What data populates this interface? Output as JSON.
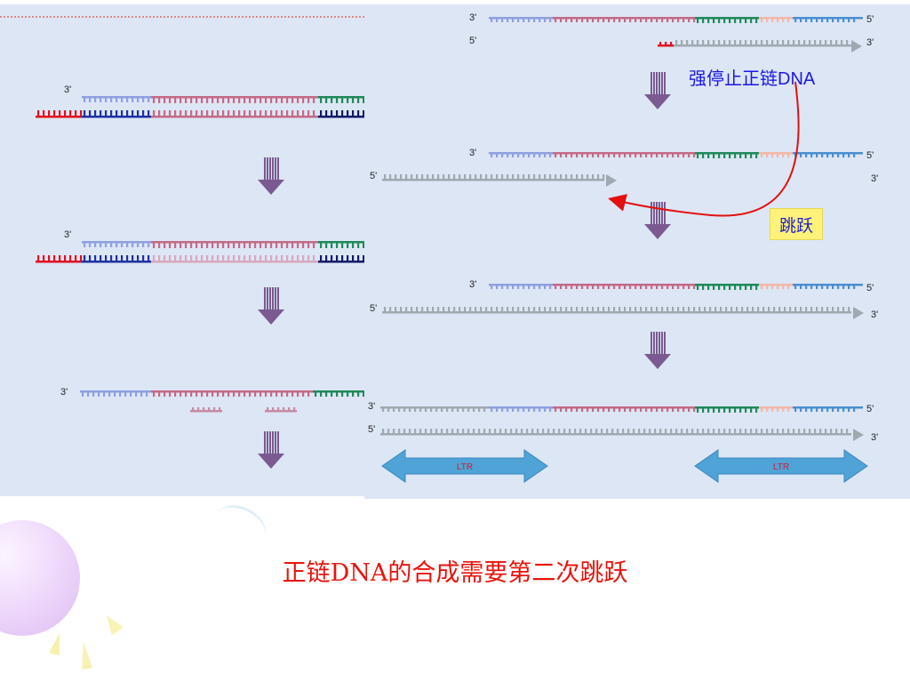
{
  "annotations": {
    "strong_stop_label": "强停止正链DNA",
    "jump_label": "跳跃",
    "caption": "正链DNA的合成需要第二次跳跃"
  },
  "strand_labels": {
    "three_prime": "3'",
    "five_prime": "5'"
  },
  "ltr_label": "LTR",
  "colors": {
    "caption": "#e8140c",
    "annotation_text": "#1919e6",
    "jump_box": "#fff27a",
    "arrow_red": "#e31010",
    "segment_blue_light": "#8fa0e0",
    "segment_pink": "#c46a86",
    "segment_green": "#1f8a5a",
    "segment_peach": "#f2b7a6",
    "segment_blue": "#4a8fd0",
    "segment_red": "#e01020",
    "segment_blue_dark": "#2030a0",
    "segment_navy": "#101a6a",
    "strand_gray": "#a0a8b0",
    "down_arrow": "#7a5a90",
    "ltr_arrow": "#4fa3d6"
  }
}
